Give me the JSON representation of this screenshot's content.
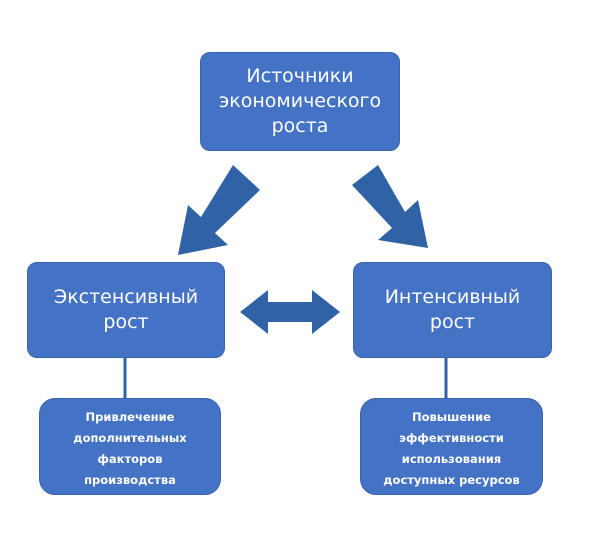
{
  "top": {
    "lines": [
      "Источники",
      "экономического",
      "роста"
    ]
  },
  "left": {
    "lines": [
      "Экстенсивный",
      "рост"
    ]
  },
  "right": {
    "lines": [
      "Интенсивный",
      "рост"
    ]
  },
  "left_detail": {
    "lines": [
      "Привлечение",
      "дополнительных",
      "факторов",
      "производства"
    ]
  },
  "right_detail": {
    "lines": [
      "Повышение",
      "эффективности",
      "использования",
      "доступных ресурсов"
    ]
  },
  "colors": {
    "box": "#4472C4",
    "arrow": "#2F63A6"
  }
}
